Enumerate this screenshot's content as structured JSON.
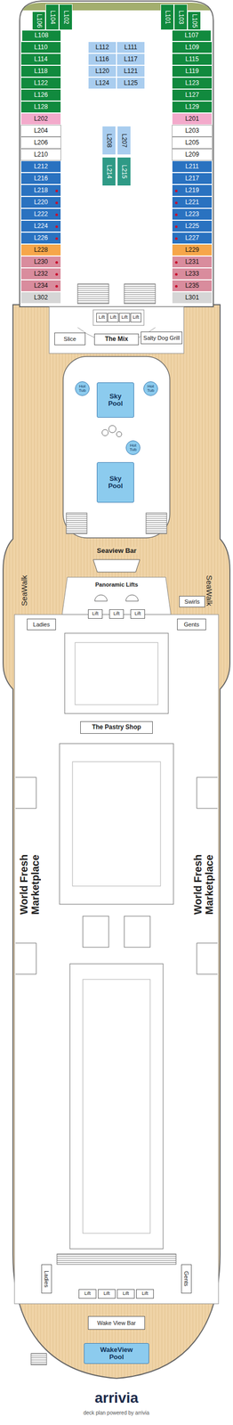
{
  "diagram": {
    "nodes": [
      {
        "text": [
          "L106"
        ]
      },
      {
        "text": [
          "L104"
        ]
      },
      {
        "text": [
          "L102"
        ]
      },
      {
        "text": [
          "L101"
        ]
      },
      {
        "text": [
          "L103"
        ]
      },
      {
        "text": [
          "L105"
        ]
      },
      {
        "text": [
          "L108"
        ]
      },
      {
        "text": [
          "L107"
        ]
      },
      {
        "text": [
          "L110"
        ]
      },
      {
        "text": [
          "L112"
        ]
      },
      {
        "text": [
          "L111"
        ]
      },
      {
        "text": [
          "L109"
        ]
      },
      {
        "text": [
          "L114"
        ]
      },
      {
        "text": [
          "L116"
        ]
      },
      {
        "text": [
          "L117"
        ]
      },
      {
        "text": [
          "L115"
        ]
      },
      {
        "text": [
          "L118"
        ]
      },
      {
        "text": [
          "L120"
        ]
      },
      {
        "text": [
          "L121"
        ]
      },
      {
        "text": [
          "L119"
        ]
      },
      {
        "text": [
          "L122"
        ]
      },
      {
        "text": [
          "L124"
        ]
      },
      {
        "text": [
          "L125"
        ]
      },
      {
        "text": [
          "L123"
        ]
      },
      {
        "text": [
          "L126"
        ]
      },
      {
        "text": [
          "L127"
        ]
      },
      {
        "text": [
          "L128"
        ]
      },
      {
        "text": [
          "L129"
        ]
      },
      {
        "text": [
          "L202"
        ]
      },
      {
        "text": [
          "L201"
        ]
      },
      {
        "text": [
          "L204"
        ]
      },
      {
        "text": [
          "L208"
        ]
      },
      {
        "text": [
          "L207"
        ]
      },
      {
        "text": [
          "L203"
        ]
      },
      {
        "text": [
          "L206"
        ]
      },
      {
        "text": [
          "L205"
        ]
      },
      {
        "text": [
          "L210"
        ]
      },
      {
        "text": [
          "L209"
        ]
      },
      {
        "text": [
          "L212"
        ]
      },
      {
        "text": [
          "L214"
        ]
      },
      {
        "text": [
          "L215"
        ]
      },
      {
        "text": [
          "L211"
        ]
      },
      {
        "text": [
          "L216"
        ]
      },
      {
        "text": [
          "L217"
        ]
      },
      {
        "text": [
          "L218"
        ]
      },
      {
        "text": [
          "L219"
        ]
      },
      {
        "text": [
          "L220"
        ]
      },
      {
        "text": [
          "L221"
        ]
      },
      {
        "text": [
          "L222"
        ]
      },
      {
        "text": [
          "L223"
        ]
      },
      {
        "text": [
          "L224"
        ]
      },
      {
        "text": [
          "L225"
        ]
      },
      {
        "text": [
          "L226"
        ]
      },
      {
        "text": [
          "L227"
        ]
      },
      {
        "text": [
          "L228"
        ]
      },
      {
        "text": [
          "L229"
        ]
      },
      {
        "text": [
          "L230"
        ]
      },
      {
        "text": [
          "L231"
        ]
      },
      {
        "text": [
          "L232"
        ]
      },
      {
        "text": [
          "L233"
        ]
      },
      {
        "text": [
          "L234"
        ]
      },
      {
        "text": [
          "L235"
        ]
      },
      {
        "text": [
          "L302"
        ]
      },
      {
        "text": [
          "L301"
        ]
      },
      {
        "text": [
          "Lift"
        ]
      },
      {
        "text": [
          "Lift"
        ]
      },
      {
        "text": [
          "Lift"
        ]
      },
      {
        "text": [
          "Lift"
        ]
      },
      {
        "text": [
          "Slice"
        ]
      },
      {
        "text": [
          "The Mix"
        ]
      },
      {
        "text": [
          "Salty Dog Grill"
        ]
      },
      {
        "text": [
          "Hot Tub"
        ]
      },
      {
        "text": [
          "Hot Tub"
        ]
      },
      {
        "text": [
          "Sky Pool"
        ]
      },
      {
        "text": [
          "Hot Tub"
        ]
      },
      {
        "text": [
          "Sky Pool"
        ]
      },
      {
        "text": [
          "Swirls"
        ]
      },
      {
        "text": [
          "Lift"
        ]
      },
      {
        "text": [
          "Lift"
        ]
      },
      {
        "text": [
          "Lift"
        ]
      },
      {
        "text": [
          "Ladies"
        ]
      },
      {
        "text": [
          "Gents"
        ]
      },
      {
        "text": [
          "The Pastry Shop"
        ]
      },
      {
        "text": [
          "Ladies"
        ]
      },
      {
        "text": [
          "Lift"
        ]
      },
      {
        "text": [
          "Lift"
        ]
      },
      {
        "text": [
          "Lift"
        ]
      },
      {
        "text": [
          "Lift"
        ]
      },
      {
        "text": [
          "Gents"
        ]
      },
      {
        "text": [
          "Wake View Bar"
        ]
      },
      {
        "text": [
          "WakeView Pool"
        ]
      }
    ],
    "labels": [
      "SeaWalk",
      "Seaview Bar",
      "SeaWalk",
      "Panoramic Lifts",
      "World Fresh Marketplace",
      "World Fresh Marketplace",
      "arrivia",
      "deck plan powered by arrivia"
    ]
  }
}
